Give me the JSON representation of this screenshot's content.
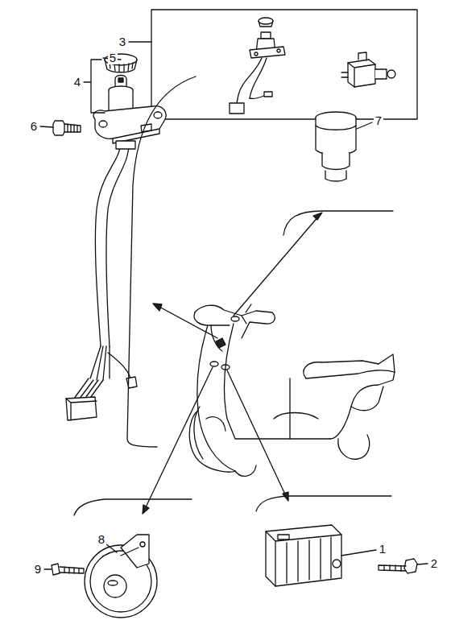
{
  "diagram": {
    "labels": [
      "3",
      "5",
      "4",
      "6",
      "7",
      "8",
      "9",
      "1",
      "2"
    ]
  }
}
